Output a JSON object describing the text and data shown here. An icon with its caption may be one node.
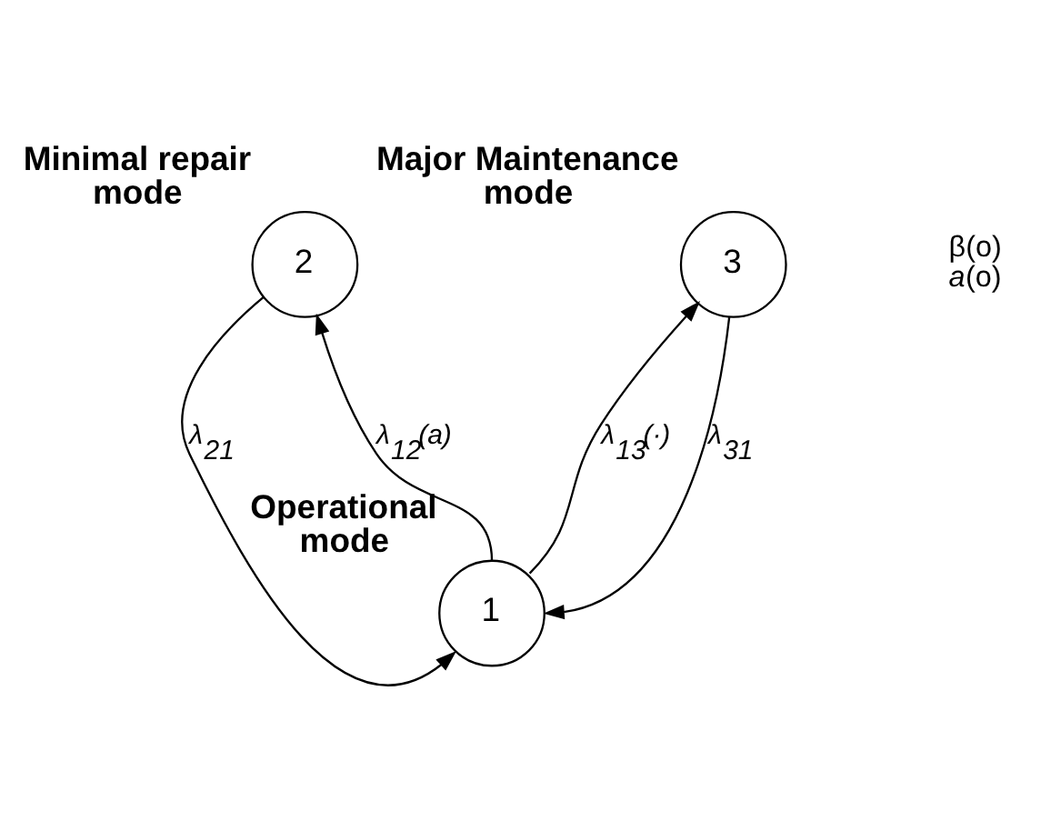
{
  "diagram": {
    "nodes": [
      {
        "text": [
          "Minimal repair mode",
          "2"
        ]
      },
      {
        "text": [
          "Major Maintenance mode",
          "3"
        ],
        "beside": [
          "β(o)",
          "*a*(o)"
        ]
      },
      {
        "text": [
          "1",
          "Operational mode"
        ]
      }
    ],
    "edges": [
      {
        "from": 0,
        "to": 2,
        "arrow": "to",
        "label": "λ$_{21}$"
      },
      {
        "from": 2,
        "to": 0,
        "arrow": "to",
        "label": "λ$_{12}$(a)"
      },
      {
        "from": 2,
        "to": 1,
        "arrow": "to",
        "label": "λ$_{13}$(·)"
      },
      {
        "from": 1,
        "to": 2,
        "arrow": "to",
        "label": "λ$_{31}$"
      }
    ]
  }
}
